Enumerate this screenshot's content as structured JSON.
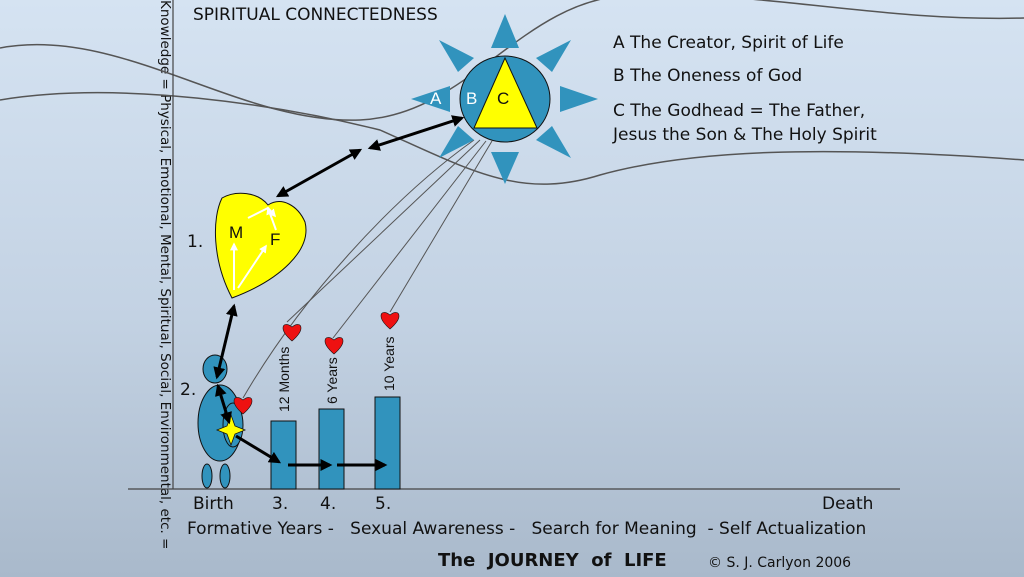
{
  "title": "SPIRITUAL CONNECTEDNESS",
  "y_axis_label": "Knowledge = Physical, Emotional, Mental, Spiritual, Social, Environmental, etc. =",
  "legend": {
    "a": "A  The Creator, Spirit of Life",
    "b": "B  The Oneness of God",
    "c1": "C  The Godhead = The Father,",
    "c2": "Jesus the Son & The Holy Spirit"
  },
  "sun_labels": {
    "a": "A",
    "b": "B",
    "c": "C"
  },
  "heart_labels": {
    "m": "M",
    "f": "F"
  },
  "step_labels": {
    "one": "1.",
    "two": "2."
  },
  "x_axis": {
    "birth": "Birth",
    "three": "3.",
    "four": "4.",
    "five": "5.",
    "death": "Death"
  },
  "stages": "Formative Years -   Sexual Awareness -   Search for Meaning  - Self Actualization",
  "bars": [
    {
      "label": "12 Months"
    },
    {
      "label": "6 Years"
    },
    {
      "label": "10 Years"
    }
  ],
  "footer": {
    "title": "The  JOURNEY  of  LIFE",
    "copyright": "© S. J. Carlyon 2006"
  },
  "colors": {
    "blue": "#3193bd",
    "yellow": "#ffff00",
    "red_heart": "#ee1111",
    "line": "#555555"
  }
}
